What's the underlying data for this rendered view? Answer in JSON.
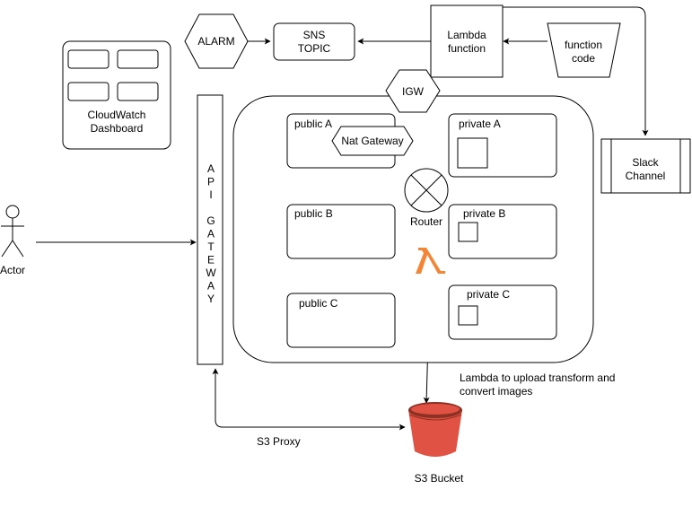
{
  "diagram": {
    "alarm": "ALARM",
    "sns_topic_line1": "SNS",
    "sns_topic_line2": "TOPIC",
    "lambda_function_line1": "Lambda",
    "lambda_function_line2": "function",
    "function_code_line1": "function",
    "function_code_line2": "code",
    "cloudwatch_line1": "CloudWatch",
    "cloudwatch_line2": "Dashboard",
    "igw": "IGW",
    "public_a": "public A",
    "nat_gateway": "Nat Gateway",
    "private_a": "private A",
    "public_b": "public B",
    "router": "Router",
    "private_b": "private B",
    "public_c": "public C",
    "private_c": "private C",
    "slack_line1": "Slack",
    "slack_line2": "Channel",
    "actor": "Actor",
    "api_gateway_letters": [
      "A",
      "P",
      "I",
      "",
      "G",
      "A",
      "T",
      "E",
      "W",
      "A",
      "Y"
    ],
    "lambda_note_line1": "Lambda to upload transform and",
    "lambda_note_line2": "convert images",
    "s3_proxy": "S3 Proxy",
    "s3_bucket": "S3 Bucket"
  },
  "colors": {
    "stroke": "#000000",
    "fill": "#ffffff",
    "lambda_orange": "#f58536",
    "s3_red": "#e05243",
    "s3_dark": "#8c3123",
    "s3_rim": "#f08c80"
  },
  "icons": {
    "router": "router-icon",
    "lambda": "lambda-icon",
    "s3": "s3-bucket-icon",
    "actor": "actor-icon"
  }
}
